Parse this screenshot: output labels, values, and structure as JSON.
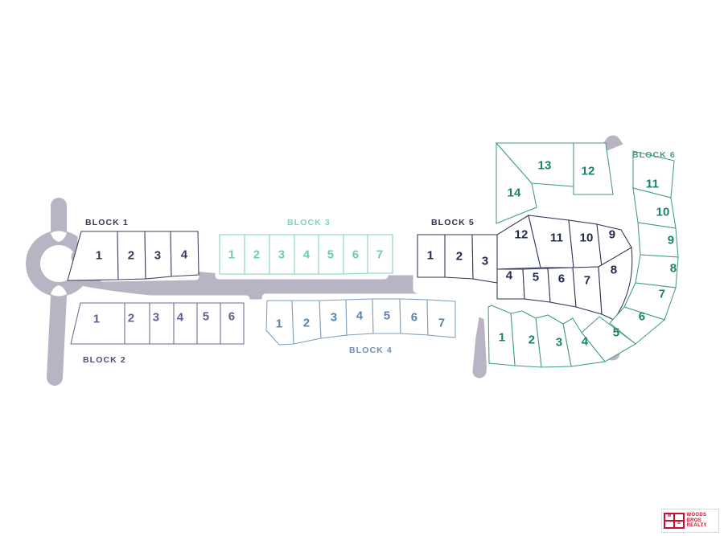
{
  "plan": {
    "title": "Subdivision Plat Map",
    "background_color": "#ffffff",
    "road_color": "#b8b4c4",
    "lot_fill_color": "#ffffff"
  },
  "legend_logo": {
    "name": "woods-bros-realty-logo",
    "line1": "WOODS",
    "line2": "BROS",
    "line3": "REALTY",
    "color": "#c8102e",
    "mark_cells": [
      "W",
      "",
      "",
      "B"
    ]
  },
  "blocks": [
    {
      "id": "block-1",
      "label": "BLOCK 1",
      "label_color": "#3a3658",
      "lot_color": "#3f3d56",
      "number_color": "#3a3658",
      "lots": [
        "1",
        "2",
        "3",
        "4"
      ]
    },
    {
      "id": "block-2",
      "label": "BLOCK 2",
      "label_color": "#534a78",
      "lot_color": "#6f6795",
      "number_color": "#6b5b95",
      "lots": [
        "1",
        "2",
        "3",
        "4",
        "5",
        "6"
      ]
    },
    {
      "id": "block-3",
      "label": "BLOCK 3",
      "label_color": "#7fd2bd",
      "lot_color": "#7fd2bd",
      "number_color": "#6ecbb4",
      "lots": [
        "1",
        "2",
        "3",
        "4",
        "5",
        "6",
        "7"
      ]
    },
    {
      "id": "block-4",
      "label": "BLOCK 4",
      "label_color": "#6e8fb4",
      "lot_color": "#7d9dc0",
      "number_color": "#5b84ad",
      "lots": [
        "1",
        "2",
        "3",
        "4",
        "5",
        "6",
        "7"
      ]
    },
    {
      "id": "block-5",
      "label": "BLOCK 5",
      "label_color": "#2a2f52",
      "lot_color": "#2e3457",
      "number_color": "#232a4d",
      "lots": [
        "1",
        "2",
        "3",
        "4",
        "5",
        "6",
        "7",
        "8",
        "9",
        "10",
        "11",
        "12"
      ]
    },
    {
      "id": "block-6",
      "label": "BLOCK 6",
      "label_color": "#3f9c82",
      "lot_color": "#3f9c82",
      "number_color": "#17836a",
      "lots": [
        "1",
        "2",
        "3",
        "4",
        "5",
        "6",
        "7",
        "8",
        "9",
        "10",
        "11",
        "12",
        "13",
        "14"
      ]
    }
  ],
  "lot_numbers": {
    "b1": {
      "l1": "1",
      "l2": "2",
      "l3": "3",
      "l4": "4"
    },
    "b2": {
      "l1": "1",
      "l2": "2",
      "l3": "3",
      "l4": "4",
      "l5": "5",
      "l6": "6"
    },
    "b3": {
      "l1": "1",
      "l2": "2",
      "l3": "3",
      "l4": "4",
      "l5": "5",
      "l6": "6",
      "l7": "7"
    },
    "b4": {
      "l1": "1",
      "l2": "2",
      "l3": "3",
      "l4": "4",
      "l5": "5",
      "l6": "6",
      "l7": "7"
    },
    "b5": {
      "l1": "1",
      "l2": "2",
      "l3": "3",
      "l4": "4",
      "l5": "5",
      "l6": "6",
      "l7": "7",
      "l8": "8",
      "l9": "9",
      "l10": "10",
      "l11": "11",
      "l12": "12"
    },
    "b6": {
      "l1": "1",
      "l2": "2",
      "l3": "3",
      "l4": "4",
      "l5": "5",
      "l6": "6",
      "l7": "7",
      "l8": "8",
      "l9": "9",
      "l10": "10",
      "l11": "11",
      "l12": "12",
      "l13": "13",
      "l14": "14"
    }
  },
  "block_labels": {
    "b1": "BLOCK 1",
    "b2": "BLOCK 2",
    "b3": "BLOCK 3",
    "b4": "BLOCK 4",
    "b5": "BLOCK 5",
    "b6": "BLOCK 6"
  },
  "features": {
    "roundabout": "roundabout",
    "cul_de_sac": "cul-de-sac"
  }
}
